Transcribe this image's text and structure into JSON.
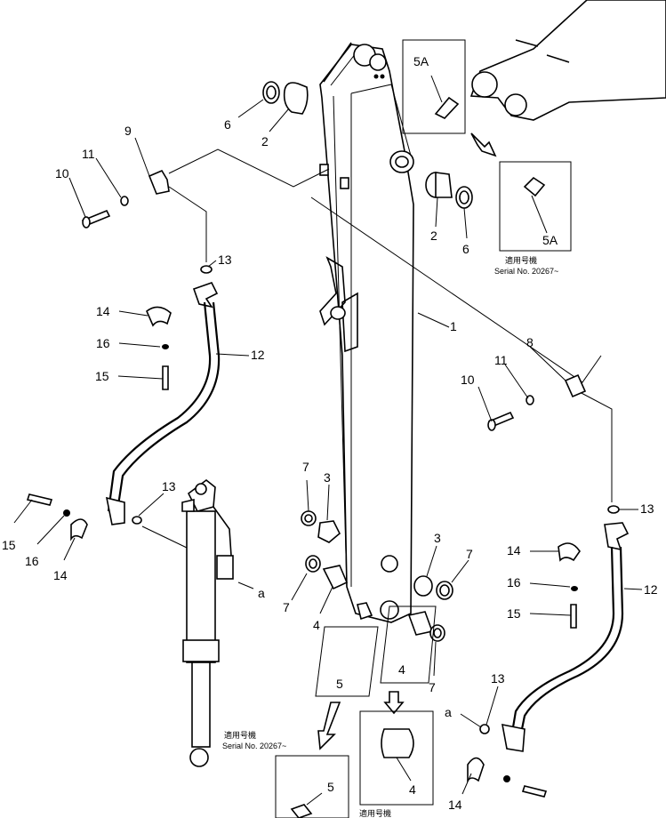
{
  "callouts": {
    "c1": "1",
    "c2a": "2",
    "c2b": "2",
    "c3a": "3",
    "c3b": "3",
    "c4a": "4",
    "c4b": "4",
    "c4c": "4",
    "c5a": "5",
    "c5b": "5",
    "c5Aa": "5A",
    "c5Ab": "5A",
    "c6a": "6",
    "c6b": "6",
    "c7a": "7",
    "c7b": "7",
    "c7c": "7",
    "c7d": "7",
    "c8": "8",
    "c9": "9",
    "c10a": "10",
    "c10b": "10",
    "c11a": "11",
    "c11b": "11",
    "c12a": "12",
    "c12b": "12",
    "c13a": "13",
    "c13b": "13",
    "c13c": "13",
    "c13d": "13",
    "c14a": "14",
    "c14b": "14",
    "c14c": "14",
    "c14d": "14",
    "c15a": "15",
    "c15b": "15",
    "c15c": "15",
    "c16a": "16",
    "c16b": "16",
    "c16c": "16",
    "ca1": "a",
    "ca2": "a"
  },
  "notes": {
    "serial_top_jp": "適用号機",
    "serial_top": "Serial No. 20267~",
    "serial_mid_jp": "適用号機",
    "serial_mid": "Serial No. 20267~",
    "serial_bottom_jp": "適用号機"
  }
}
